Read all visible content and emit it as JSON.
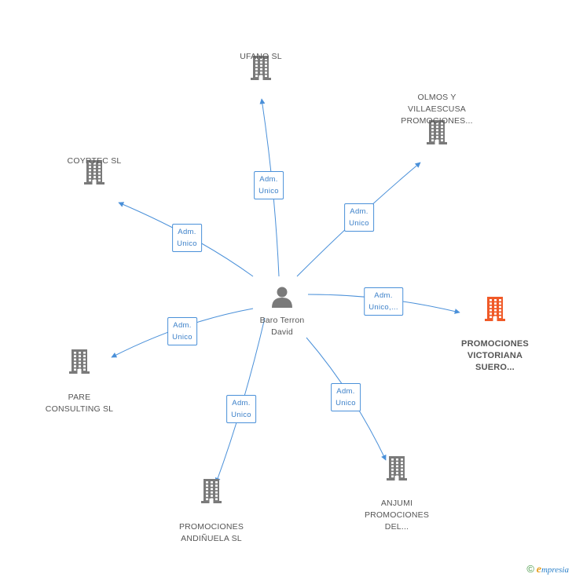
{
  "center": {
    "name": "Baro Terron\nDavid"
  },
  "companies": [
    {
      "id": "ufano",
      "label": "UFANO SL",
      "highlight": false
    },
    {
      "id": "olmos",
      "label": "OLMOS Y\nVILLAESCUSA\nPROMOCIONES...",
      "highlight": false
    },
    {
      "id": "coyrtec",
      "label": "COYRTEC SL",
      "highlight": false
    },
    {
      "id": "victoriana",
      "label": "PROMOCIONES\nVICTORIANA\nSUERO...",
      "highlight": true
    },
    {
      "id": "pare",
      "label": "PARE\nCONSULTING SL",
      "highlight": false
    },
    {
      "id": "andinuela",
      "label": "PROMOCIONES\nANDIÑUELA SL",
      "highlight": false
    },
    {
      "id": "anjumi",
      "label": "ANJUMI\nPROMOCIONES\nDEL...",
      "highlight": false
    }
  ],
  "edges": [
    {
      "to": "ufano",
      "label": "Adm.\nUnico"
    },
    {
      "to": "olmos",
      "label": "Adm.\nUnico"
    },
    {
      "to": "coyrtec",
      "label": "Adm.\nUnico"
    },
    {
      "to": "victoriana",
      "label": "Adm.\nUnico,..."
    },
    {
      "to": "pare",
      "label": "Adm.\nUnico"
    },
    {
      "to": "andinuela",
      "label": "Adm.\nUnico"
    },
    {
      "to": "anjumi",
      "label": "Adm.\nUnico"
    }
  ],
  "colors": {
    "edge": "#4a90d9",
    "building": "#7a7a7a",
    "building_highlight": "#f05a28",
    "person": "#7a7a7a"
  },
  "footer": {
    "copyright": "©",
    "brand_initial": "e",
    "brand_rest": "mpresia"
  }
}
